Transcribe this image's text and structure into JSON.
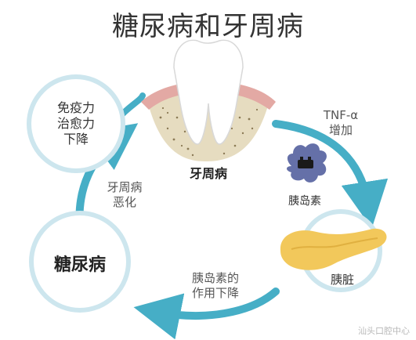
{
  "title": "糖尿病和牙周病",
  "nodes": {
    "immunity": {
      "line1": "免疫力",
      "line2": "治愈力",
      "line3": "下降"
    },
    "periodontal": "牙周病",
    "insulin": "胰岛素",
    "pancreas": "胰脏",
    "diabetes": "糖尿病"
  },
  "edges": {
    "tnf_line1": "TNF-α",
    "tnf_line2": "增加",
    "worsen_line1": "牙周病",
    "worsen_line2": "恶化",
    "insulin_effect_line1": "胰岛素的",
    "insulin_effect_line2": "作用下降"
  },
  "watermark": "汕头口腔中心",
  "colors": {
    "arrow": "#46aec6",
    "ring": "#cde6ee",
    "gum": "#e3a9a4",
    "bone": "#e6dcc0",
    "pancreas": "#f2c85b",
    "insulin_icon": "#6570a8"
  }
}
